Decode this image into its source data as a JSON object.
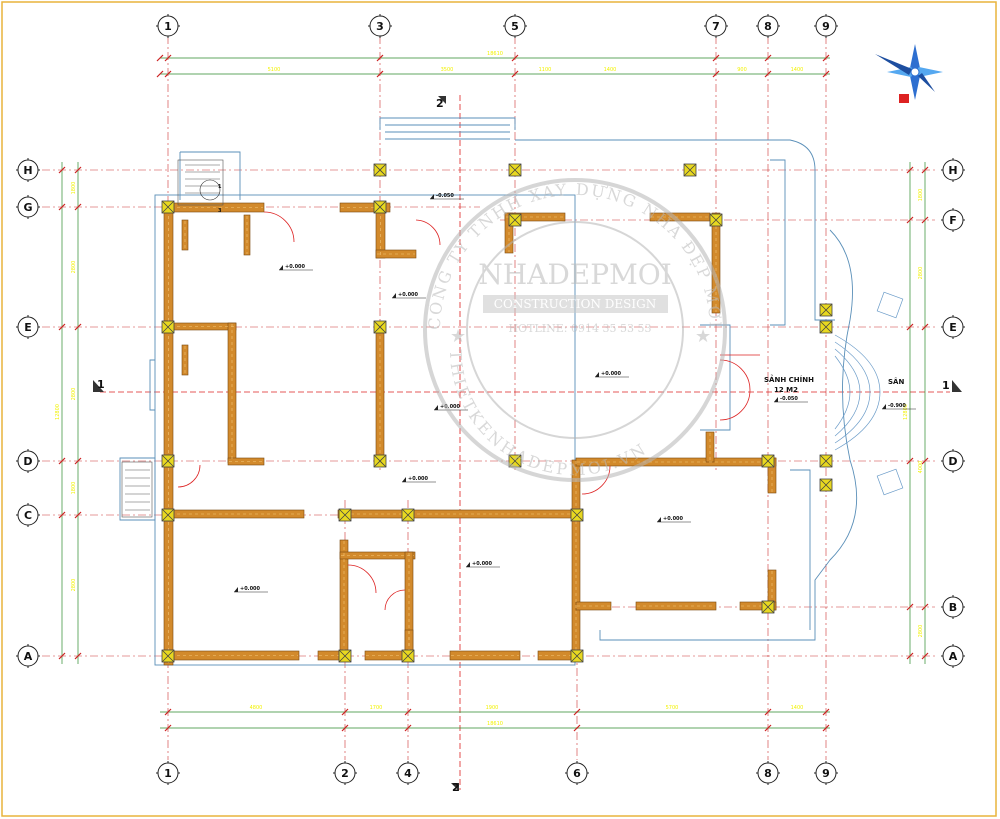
{
  "grid_top": [
    "1",
    "3",
    "5",
    "7",
    "8",
    "9"
  ],
  "grid_bottom": [
    "1",
    "2",
    "4",
    "6",
    "8",
    "9"
  ],
  "grid_left": [
    "H",
    "G",
    "E",
    "D",
    "C",
    "A"
  ],
  "grid_right": [
    "H",
    "F",
    "E",
    "D",
    "B",
    "A"
  ],
  "section_labels": {
    "top": "2",
    "bottom": "2",
    "left": "1",
    "right": "1"
  },
  "dims_top": [
    "18610",
    "5100",
    "3500",
    "1100",
    "1400",
    "900",
    "1400"
  ],
  "dims_bottom": [
    "18610",
    "4800",
    "1700",
    "1900",
    "5700",
    "1400"
  ],
  "dims_left": [
    "12800",
    "1800",
    "2800",
    "2800",
    "1800",
    "2800"
  ],
  "dims_right": [
    "12800",
    "1800",
    "2800",
    "4000",
    "2800"
  ],
  "room_labels": {
    "main_hall": "SẢNH CHÍNH",
    "main_hall_area": "12 M2",
    "yard": "SÂN"
  },
  "levels": [
    "+0.000",
    "-0.050",
    "-0.900"
  ],
  "stair_numbers": [
    "1",
    "3"
  ],
  "watermark": {
    "arc_top": "CÔNG TY TNHH XÂY DỰNG NHÀ ĐẸP MỚI",
    "brand": "NHADEPMOI",
    "tagline": "CONSTRUCTION DESIGN",
    "hotline": "HOTLINE: 0914 35 53 53",
    "arc_bottom": "THIETKENHADEPMOI.VN"
  },
  "colors": {
    "frame": "#e8b43c",
    "wall": "#d28a2c",
    "grid_line": "#cc3333",
    "dim_text": "#f2f200",
    "column": "#e8d820",
    "outline": "#5a8fb8",
    "green_dim": "#2c8a2c"
  }
}
